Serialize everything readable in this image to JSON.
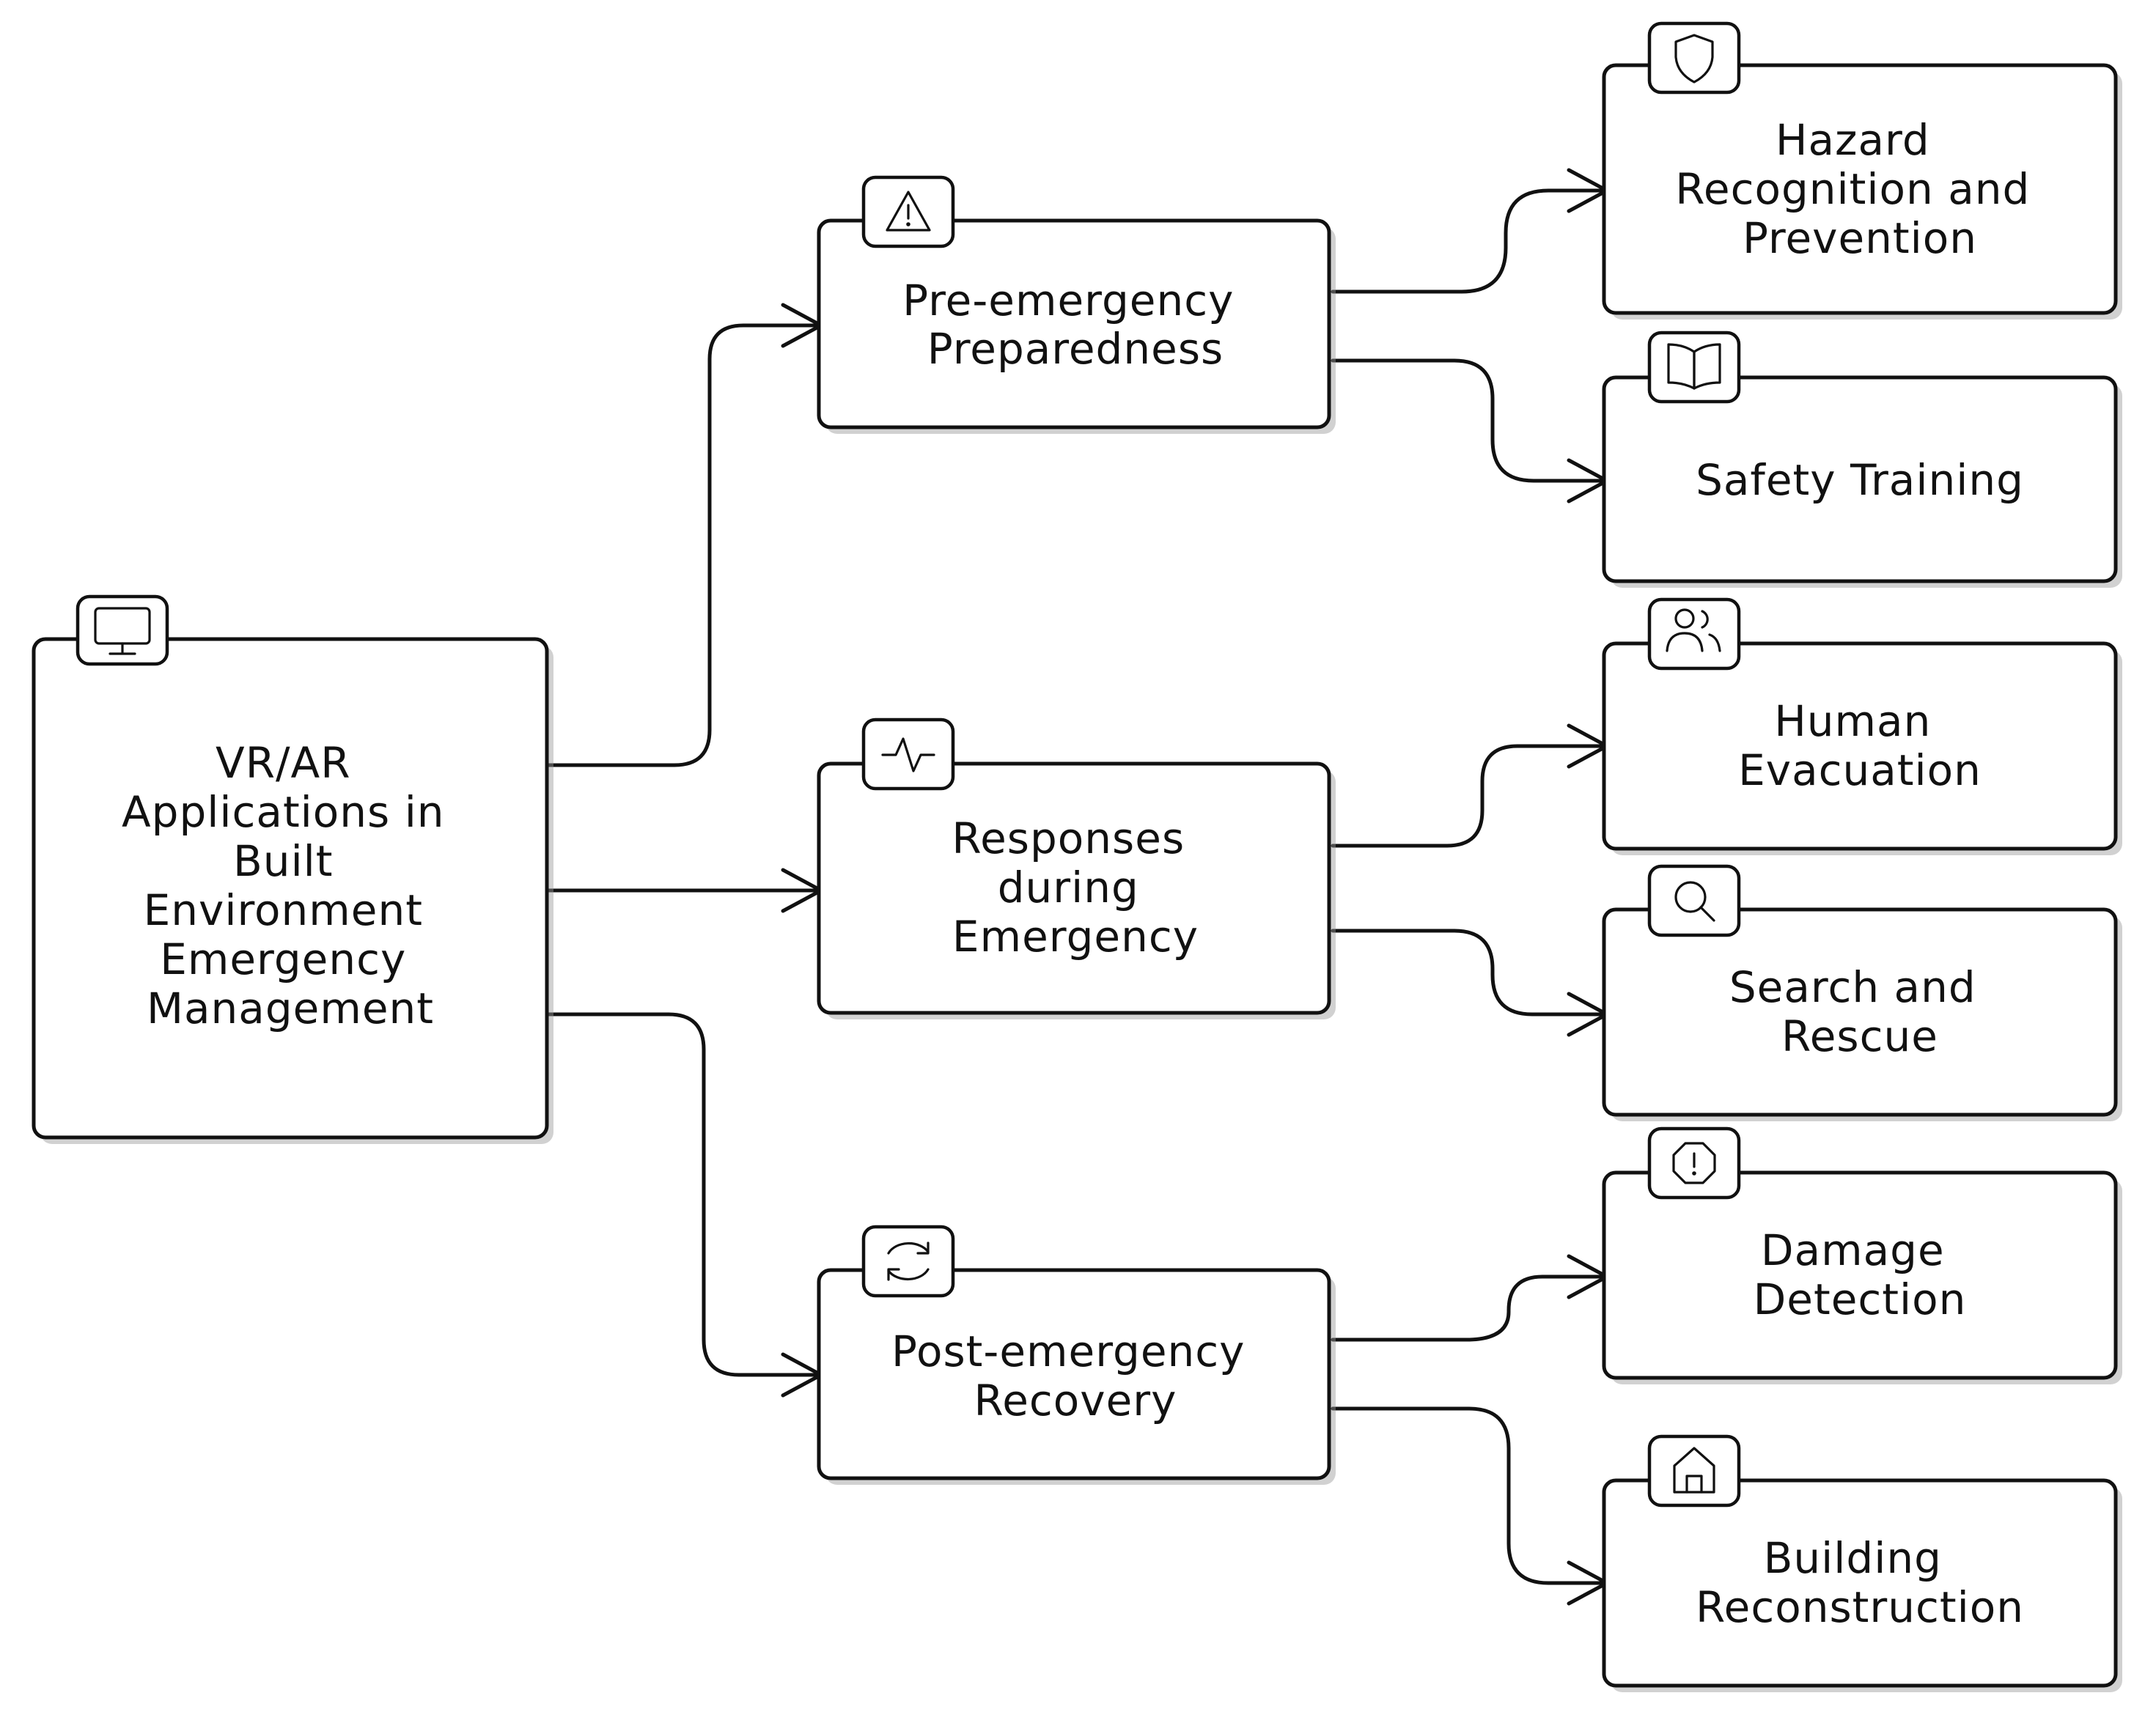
{
  "diagram": {
    "root": {
      "lines": [
        "VR/AR",
        "Applications in",
        "Built",
        "Environment",
        "Emergency",
        "Management"
      ],
      "icon": "monitor-icon"
    },
    "phases": [
      {
        "lines": [
          "Pre-emergency",
          "Preparedness"
        ],
        "icon": "warning-triangle-icon",
        "children": [
          {
            "lines": [
              "Hazard",
              "Recognition and",
              "Prevention"
            ],
            "icon": "shield-icon"
          },
          {
            "lines": [
              "Safety Training"
            ],
            "icon": "book-icon"
          }
        ]
      },
      {
        "lines": [
          "Responses",
          "during",
          "Emergency"
        ],
        "icon": "activity-pulse-icon",
        "children": [
          {
            "lines": [
              "Human",
              "Evacuation"
            ],
            "icon": "users-icon"
          },
          {
            "lines": [
              "Search and",
              "Rescue"
            ],
            "icon": "search-icon"
          }
        ]
      },
      {
        "lines": [
          "Post-emergency",
          "Recovery"
        ],
        "icon": "refresh-cycle-icon",
        "children": [
          {
            "lines": [
              "Damage",
              "Detection"
            ],
            "icon": "alert-octagon-icon"
          },
          {
            "lines": [
              "Building",
              "Reconstruction"
            ],
            "icon": "home-icon"
          }
        ]
      }
    ]
  },
  "colors": {
    "stroke": "#111111",
    "background": "#ffffff",
    "shadow": "#9a9a9a"
  }
}
